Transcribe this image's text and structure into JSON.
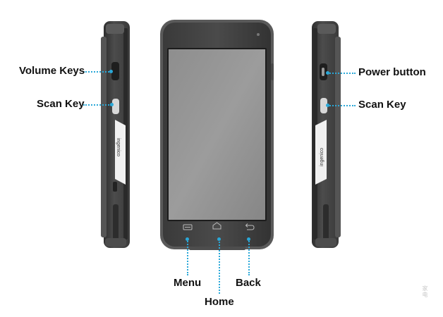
{
  "callouts": {
    "volume_keys": "Volume Keys",
    "scan_key_left": "Scan Key",
    "power_button": "Power button",
    "scan_key_right": "Scan Key",
    "menu": "Menu",
    "home": "Home",
    "back": "Back"
  },
  "brand": "ingenico",
  "watermark": "家电"
}
